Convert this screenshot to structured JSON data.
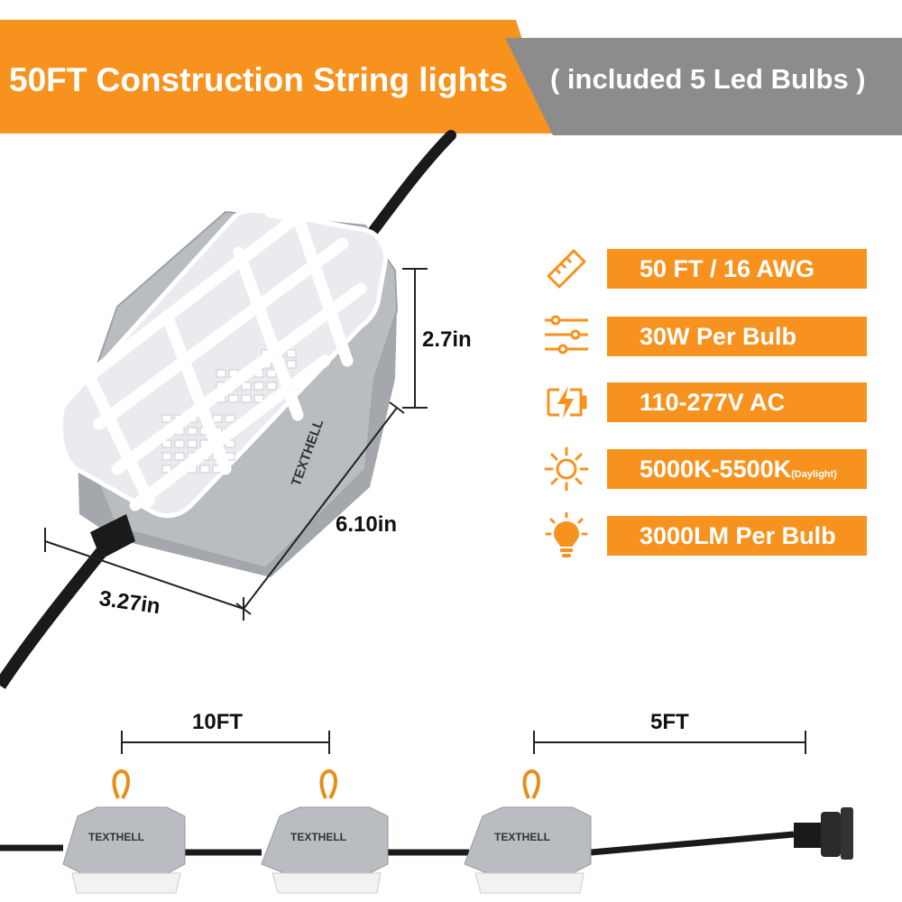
{
  "banner": {
    "title": "50FT Construction String lights",
    "subtitle": "( included 5 Led Bulbs )"
  },
  "specs": [
    {
      "icon": "ruler-icon",
      "label": "50 FT / 16 AWG",
      "suffix": ""
    },
    {
      "icon": "sliders-icon",
      "label": "30W Per Bulb",
      "suffix": ""
    },
    {
      "icon": "battery-charging-icon",
      "label": "110-277V AC",
      "suffix": ""
    },
    {
      "icon": "sun-icon",
      "label": "5000K-5500K",
      "suffix": "(Daylight)"
    },
    {
      "icon": "light-bulb-icon",
      "label": "3000LM Per Bulb",
      "suffix": ""
    }
  ],
  "dimensions": {
    "height": "2.7in",
    "length": "6.10in",
    "width": "3.27in"
  },
  "spacing": {
    "between_bulbs": "10FT",
    "lead_length": "5FT"
  },
  "brand": "TEXTHELL",
  "colors": {
    "accent": "#f7921e",
    "banner_gray": "#8c8c8c",
    "housing": "#b9bcc0",
    "cable": "#1a1a1a"
  }
}
